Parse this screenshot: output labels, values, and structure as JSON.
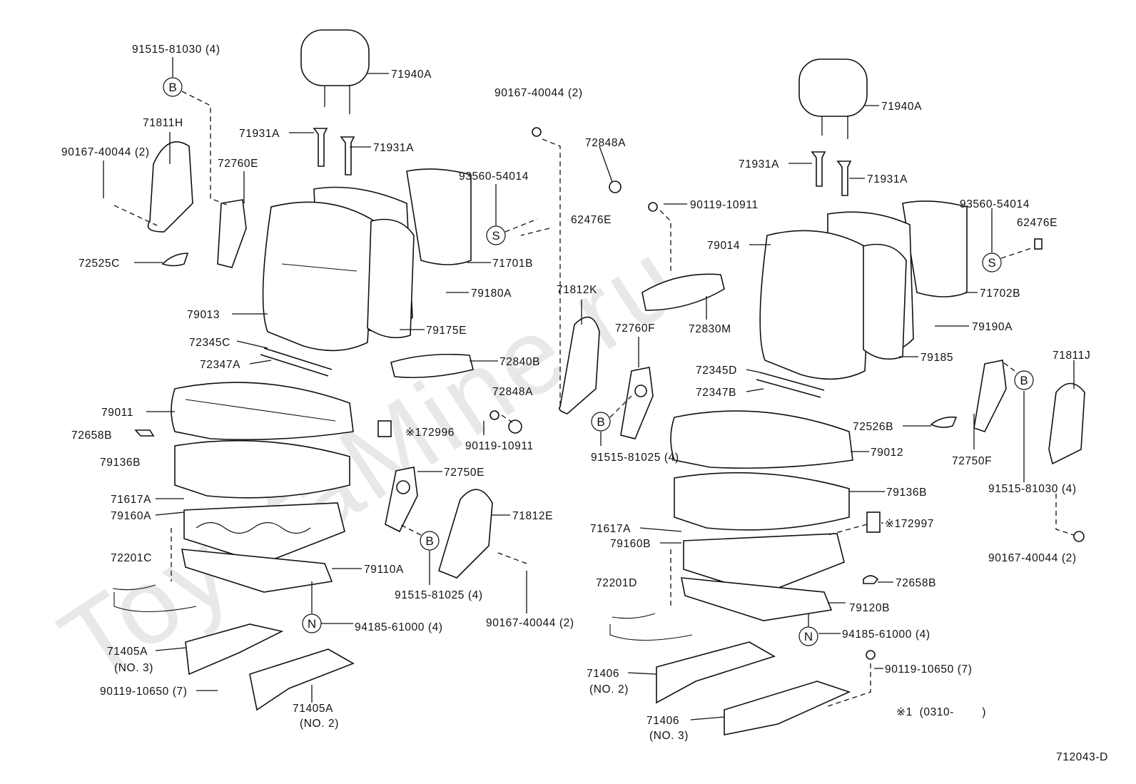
{
  "watermark": "ToyotaMine.ru",
  "diagram_code": "712043-D",
  "footnote": "※1  (0310-        )",
  "callouts": {
    "B": "B",
    "S": "S",
    "N": "N"
  },
  "left": {
    "p91515_81030": "91515-81030 (4)",
    "p71811H": "71811H",
    "p90167_a": "90167-40044 (2)",
    "p72760E": "72760E",
    "p71940A": "71940A",
    "p71931A_1": "71931A",
    "p71931A_2": "71931A",
    "p90167_b": "90167-40044 (2)",
    "p93560": "93560-54014",
    "p62476E": "62476E",
    "p71701B": "71701B",
    "p79180A": "79180A",
    "p72525C": "72525C",
    "p79013": "79013",
    "p72345C": "72345C",
    "p72347A": "72347A",
    "p79175E": "79175E",
    "p72840B": "72840B",
    "p72848A": "72848A",
    "p79011": "79011",
    "p172996": "※172996",
    "p72658B": "72658B",
    "p79136B": "79136B",
    "p90119_10911": "90119-10911",
    "p72750E": "72750E",
    "p71617A": "71617A",
    "p79160A": "79160A",
    "p71812E": "71812E",
    "p72201C": "72201C",
    "p79110A": "79110A",
    "p91515_81025": "91515-81025 (4)",
    "p94185": "94185-61000 (4)",
    "p90167_c": "90167-40044 (2)",
    "p71405A_3": "71405A",
    "p71405A_3n": "(NO. 3)",
    "p90119_10650": "90119-10650 (7)",
    "p71405A_2": "71405A",
    "p71405A_2n": "(NO. 2)"
  },
  "center": {
    "p72848A": "72848A",
    "p90119_10911": "90119-10911",
    "p71812K": "71812K",
    "p72760F": "72760F",
    "p72830M": "72830M",
    "p91515_81025": "91515-81025 (4)"
  },
  "right": {
    "p71940A": "71940A",
    "p71931A_1": "71931A",
    "p71931A_2": "71931A",
    "p93560": "93560-54014",
    "p62476E": "62476E",
    "p79014": "79014",
    "p71702B": "71702B",
    "p79190A": "79190A",
    "p79185": "79185",
    "p72345D": "72345D",
    "p72347B": "72347B",
    "p71811J": "71811J",
    "p72526B": "72526B",
    "p72750F": "72750F",
    "p79012": "79012",
    "p79136B": "79136B",
    "p91515_81030": "91515-81030 (4)",
    "p71617A": "71617A",
    "p79160B": "79160B",
    "p172997": "※172997",
    "p90167": "90167-40044 (2)",
    "p72201D": "72201D",
    "p72658B": "72658B",
    "p79120B": "79120B",
    "p94185": "94185-61000 (4)",
    "p90119_10650": "90119-10650 (7)",
    "p71406_2": "71406",
    "p71406_2n": "(NO. 2)",
    "p71406_3": "71406",
    "p71406_3n": "(NO. 3)"
  }
}
